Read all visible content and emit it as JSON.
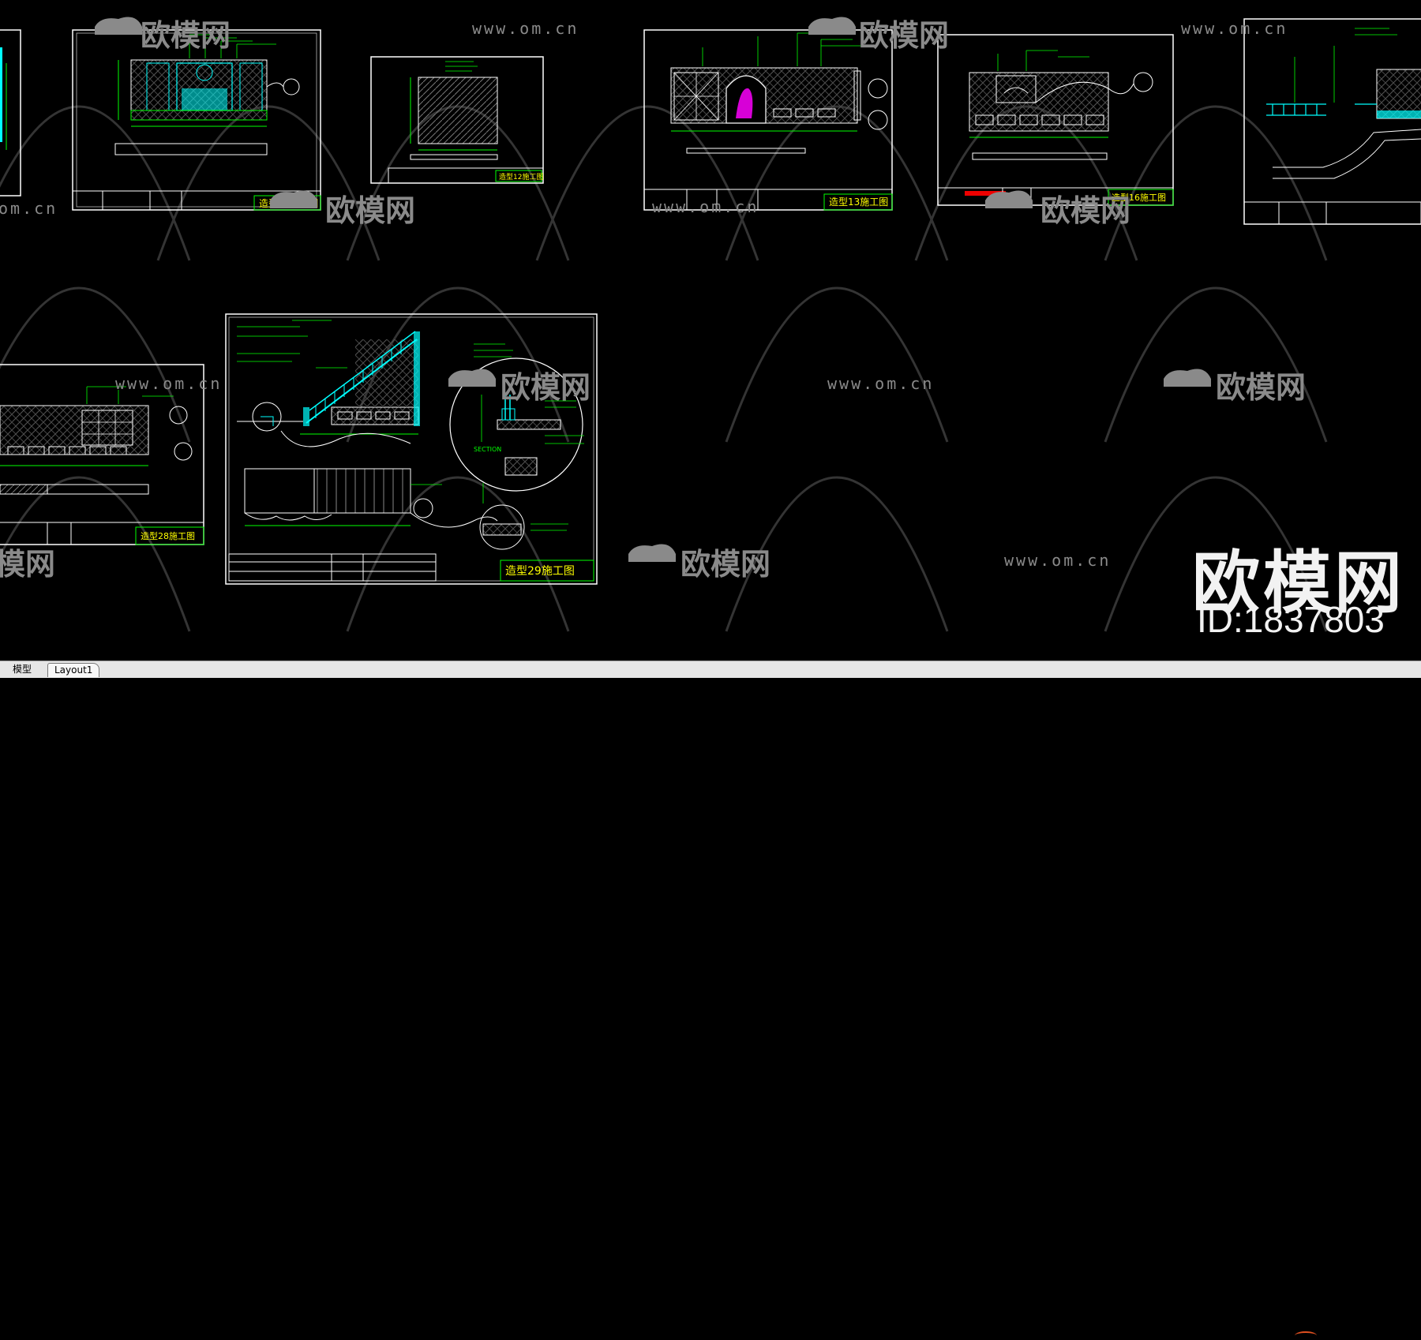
{
  "watermark": {
    "url": "www.om.cn",
    "brand": "欧模网",
    "partial_url": "om.cn",
    "partial_brand": "模网"
  },
  "overlay": {
    "brand": "欧模网",
    "id": "ID:1837803"
  },
  "drawings": {
    "title11": "造型11施工图",
    "title12": "造型12施工图",
    "title13": "造型13施工图",
    "title16": "造型16施工图",
    "title28": "造型28施工图",
    "title29": "造型29施工图",
    "section_label": "SECTION"
  },
  "tabs": {
    "model": "模型",
    "layout1": "Layout1"
  },
  "colors": {
    "background": "#000000",
    "frame": "#ffffff",
    "annotation": "#00ff00",
    "detail": "#00ffff",
    "accent": "#ff00ff",
    "highlight": "#ffff00"
  }
}
